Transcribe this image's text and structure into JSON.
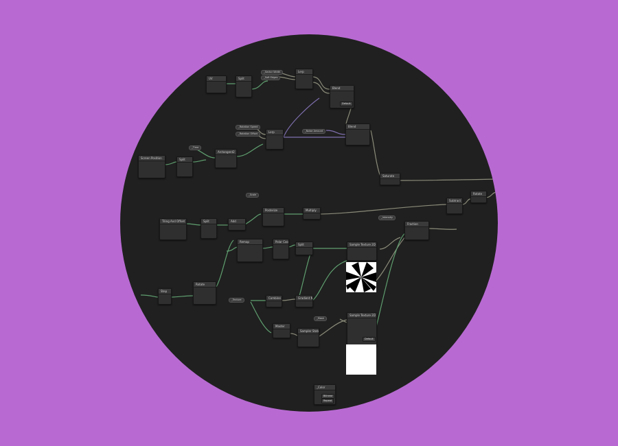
{
  "nodes": [
    {
      "id": "uv",
      "title": "UV"
    },
    {
      "id": "split1",
      "title": "Split"
    },
    {
      "id": "lerp1",
      "title": "Lerp"
    },
    {
      "id": "blend1",
      "title": "Blend"
    },
    {
      "id": "lerp2",
      "title": "Lerp"
    },
    {
      "id": "blend2",
      "title": "Blend"
    },
    {
      "id": "screenpos",
      "title": "Screen Position"
    },
    {
      "id": "split2",
      "title": "Split"
    },
    {
      "id": "arctan",
      "title": "Arctangent2"
    },
    {
      "id": "saturate1",
      "title": "Saturate"
    },
    {
      "id": "posterize",
      "title": "Posterize"
    },
    {
      "id": "multiply",
      "title": "Multiply"
    },
    {
      "id": "subtract",
      "title": "Subtract"
    },
    {
      "id": "rotate",
      "title": "Rotate"
    },
    {
      "id": "fraction",
      "title": "Fraction"
    },
    {
      "id": "tiling1",
      "title": "Tiling And Offset"
    },
    {
      "id": "split3",
      "title": "Split"
    },
    {
      "id": "add1",
      "title": "Add"
    },
    {
      "id": "remap1",
      "title": "Remap"
    },
    {
      "id": "polar",
      "title": "Polar Coordinates"
    },
    {
      "id": "split4",
      "title": "Split"
    },
    {
      "id": "rotate2",
      "title": "Rotate"
    },
    {
      "id": "sample2d",
      "title": "Sample Texture 2D"
    },
    {
      "id": "sample2d_2",
      "title": "Sample Texture 2D"
    },
    {
      "id": "step",
      "title": "Step"
    },
    {
      "id": "comb",
      "title": "Combine"
    },
    {
      "id": "bake",
      "title": "Sampler State"
    },
    {
      "id": "gradnoise",
      "title": "Gradient Noise"
    },
    {
      "id": "out",
      "title": "Master"
    }
  ],
  "pills": [
    {
      "label": "_Sector Width"
    },
    {
      "label": "_Soft Edges"
    },
    {
      "label": "_Rotation Speed"
    },
    {
      "label": "_Rotation Offset"
    },
    {
      "label": "_Noise Amount"
    },
    {
      "label": "_Time"
    },
    {
      "label": "_Scale"
    },
    {
      "label": "_Intensity"
    },
    {
      "label": "_Texture"
    },
    {
      "label": "_Mask"
    },
    {
      "label": "_Color"
    }
  ],
  "selects": {
    "filter": "Bilinear",
    "wrap": "Repeat",
    "space": "Default",
    "type": "Default"
  },
  "colors": {
    "background": "#b86ad2",
    "canvas": "#202020",
    "wire_green": "#5f9f6f",
    "wire_gray": "#8b8b7a",
    "wire_purple": "#7f6fae"
  }
}
